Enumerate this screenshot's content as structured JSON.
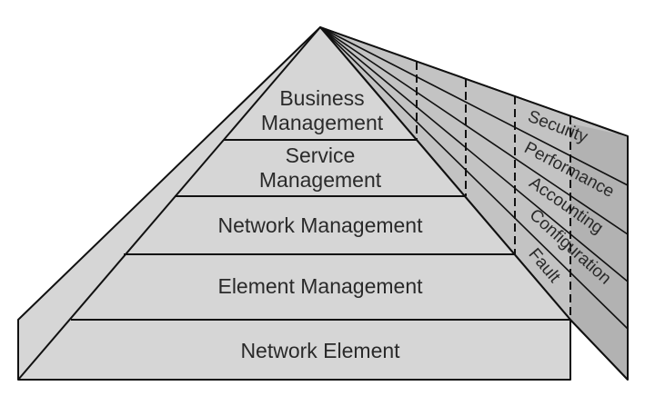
{
  "pyramid": {
    "layers": [
      {
        "lines": [
          "Business",
          "Management"
        ]
      },
      {
        "lines": [
          "Service",
          "Management"
        ]
      },
      {
        "lines": [
          "Network Management"
        ]
      },
      {
        "lines": [
          "Element Management"
        ]
      },
      {
        "lines": [
          "Network Element"
        ]
      }
    ]
  },
  "functions": [
    {
      "label": "Security"
    },
    {
      "label": "Performance"
    },
    {
      "label": "Accounting"
    },
    {
      "label": "Configuration"
    },
    {
      "label": "Fault"
    }
  ],
  "colors": {
    "front_face": "#d6d6d6",
    "side_face": "#c3c3c3",
    "side_face_dark": "#b2b2b2",
    "line": "#111111",
    "text": "#2a2a2a"
  }
}
